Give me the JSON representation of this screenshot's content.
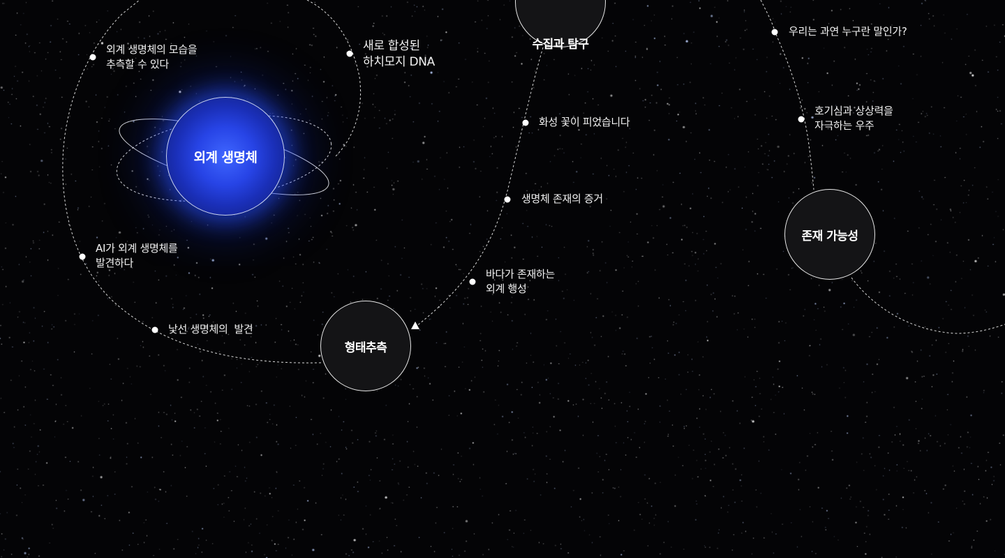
{
  "nodes": {
    "alien": "외계 생명체",
    "collect": "수집과 탐구",
    "form": "형태추측",
    "exist": "존재 가능성"
  },
  "orbit_left": {
    "items": [
      "외계 생명체의 모습을\n추측할 수 있다",
      "새로 합성된\n하치모지 DNA",
      "AI가 외계 생명체를\n발견하다",
      "낯선 생명체의  발견"
    ]
  },
  "orbit_middle": {
    "items": [
      "화성 꽃이 피었습니다",
      "생명체 존재의 증거",
      "바다가 존재하는\n외계 행성"
    ]
  },
  "orbit_right": {
    "items": [
      "우리는 과연 누구란 말인가?",
      "호기심과 상상력을\n자극하는 우주"
    ]
  },
  "colors": {
    "background": "#040406",
    "node_fill": "#141416",
    "accent_blue": "#2744e6",
    "line": "#ffffff"
  }
}
